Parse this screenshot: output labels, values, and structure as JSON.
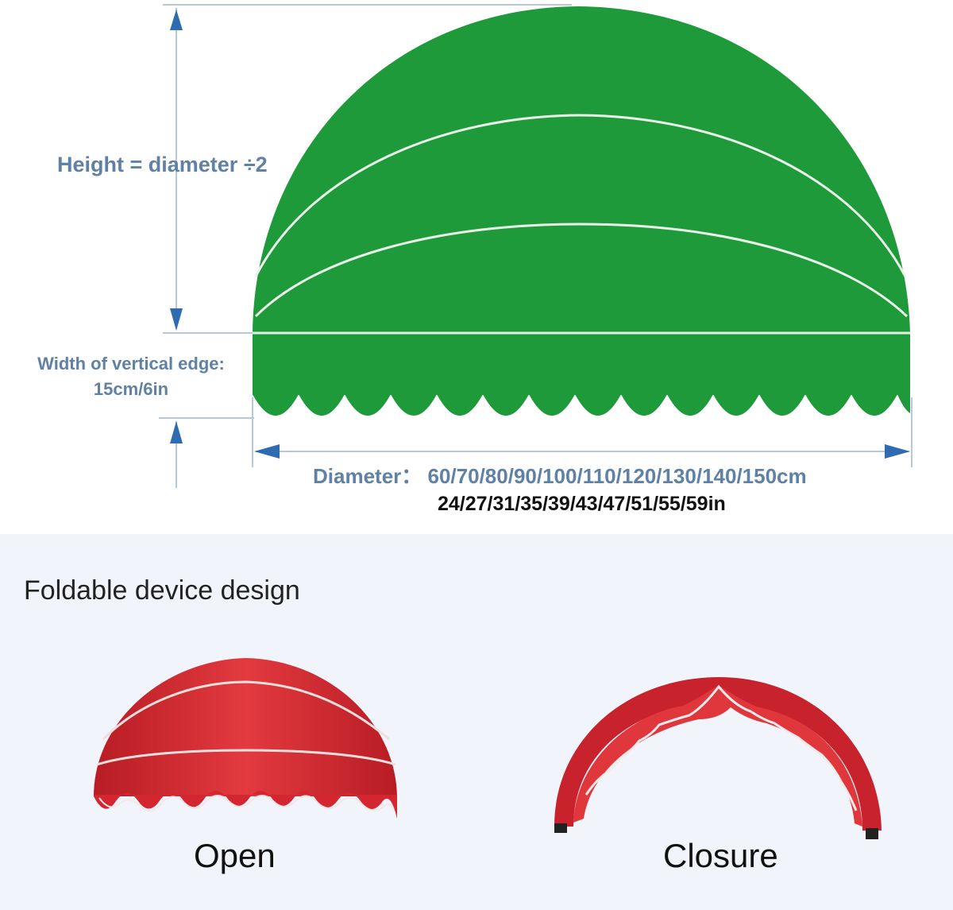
{
  "dimension_diagram": {
    "height_label": "Height = diameter ÷2",
    "edge_label_line1": "Width of vertical edge:",
    "edge_label_line2": "15cm/6in",
    "diameter_prefix": "Diameter：",
    "diameter_cm": "60/70/80/90/100/110/120/130/140/150cm",
    "diameter_in": "24/27/31/35/39/43/47/51/55/59in"
  },
  "foldable_section": {
    "title": "Foldable device design",
    "open_label": "Open",
    "closure_label": "Closure"
  },
  "colors": {
    "canopy_green": "#1f9a3a",
    "canopy_red": "#d42630",
    "dimension_blue": "#5f81a6",
    "arrow_blue": "#2e6bb0"
  }
}
